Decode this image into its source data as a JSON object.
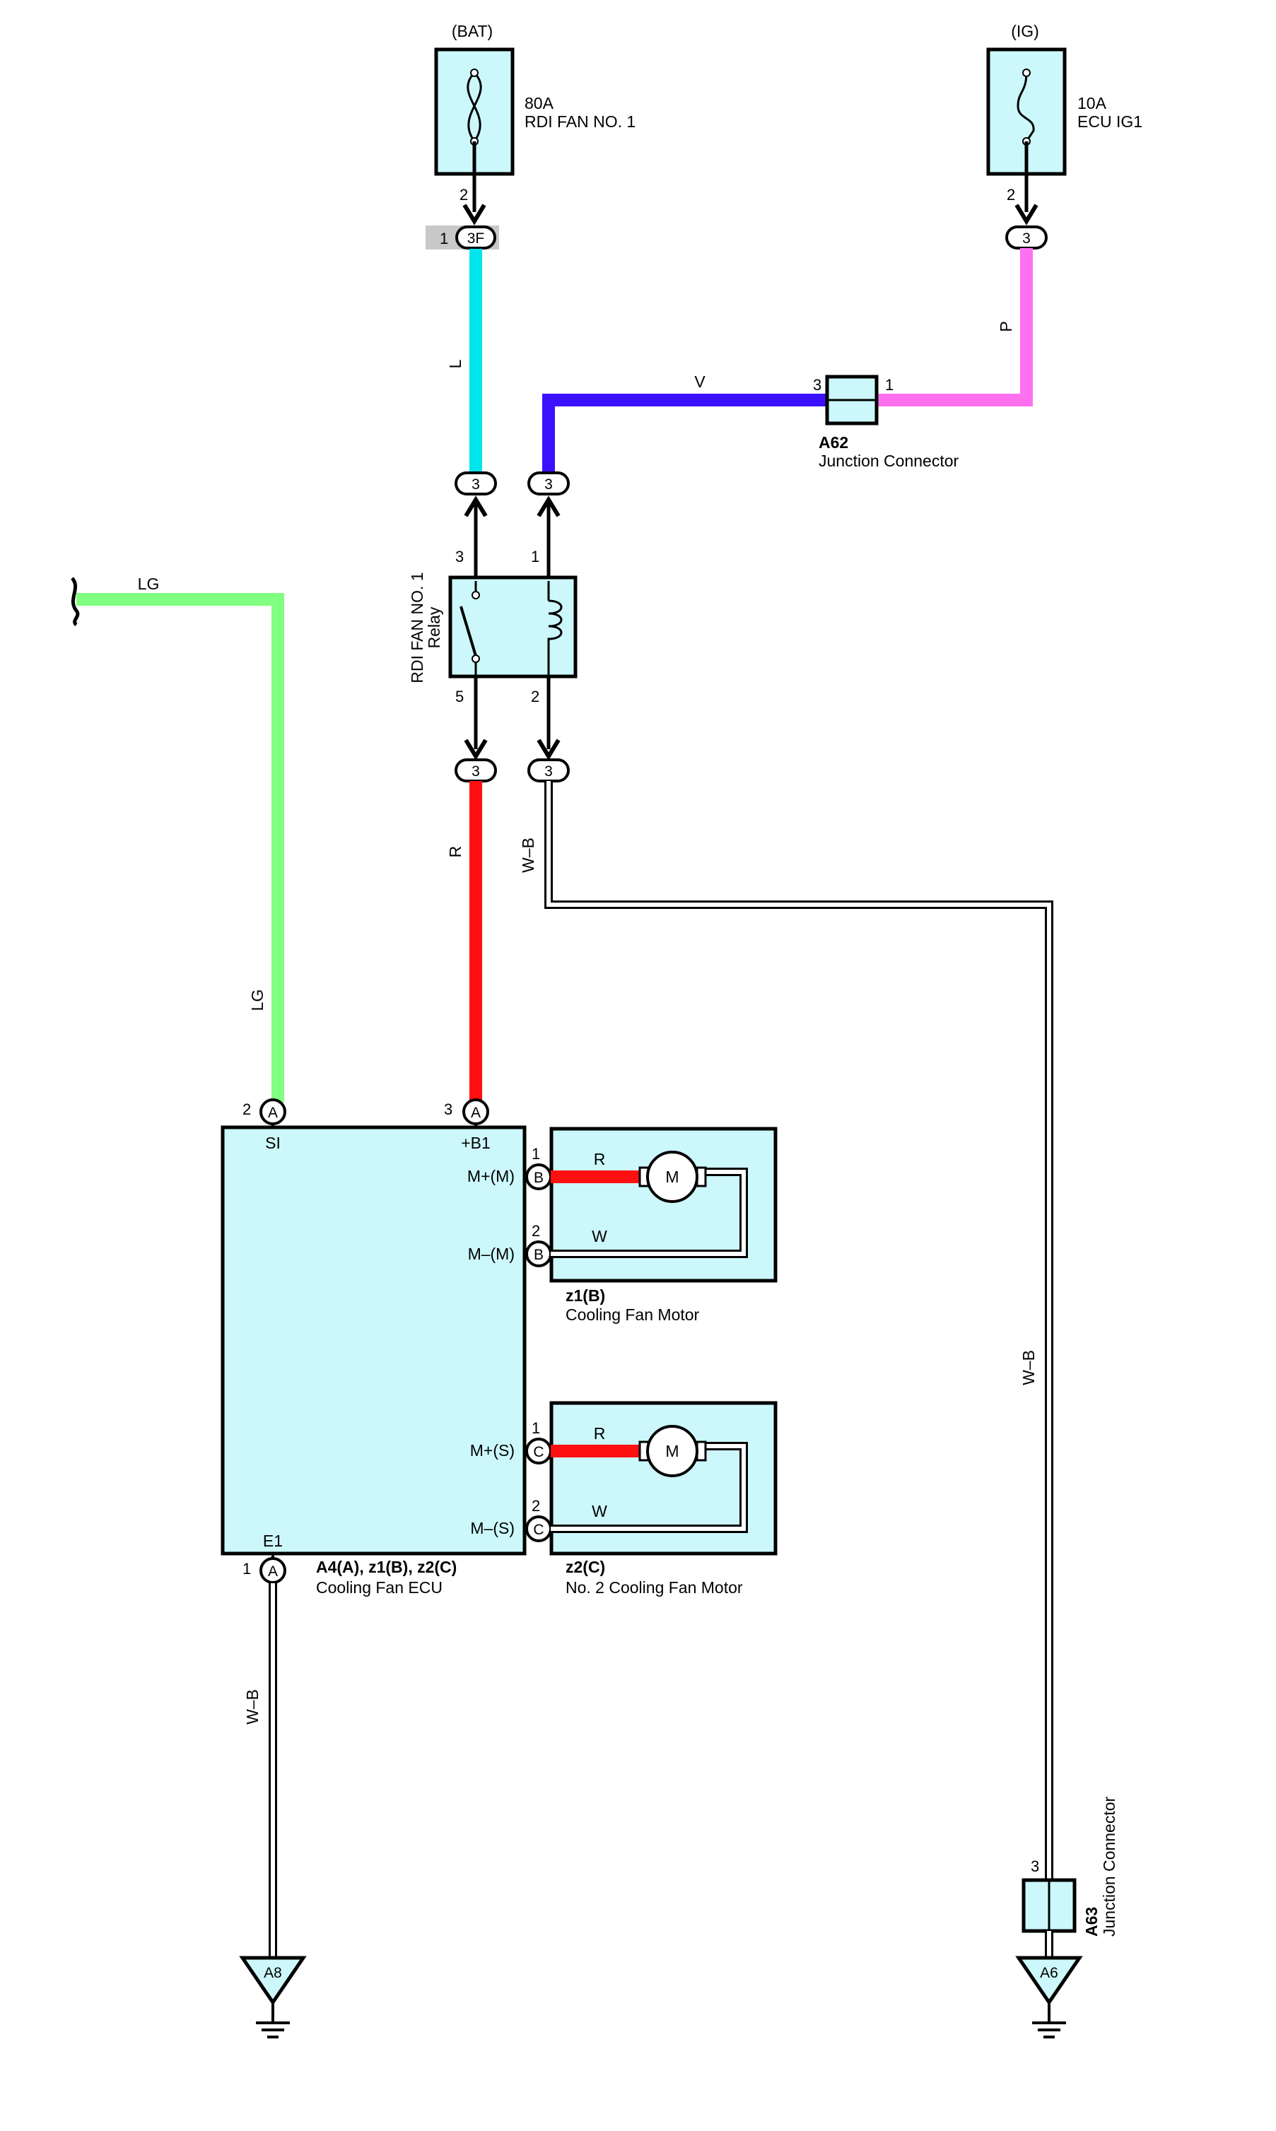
{
  "colors": {
    "L": "#00e5ee",
    "V": "#3a10ff",
    "P": "#ff70f0",
    "LG": "#80ff80",
    "R": "#ff1010",
    "component_fill": "#ccf8fc",
    "outline": "#000000"
  },
  "fuse_bat": {
    "supply": "(BAT)",
    "rating": "80A",
    "name": "RDI FAN NO. 1",
    "pin": "2"
  },
  "fuse_ig": {
    "supply": "(IG)",
    "rating": "10A",
    "name": "ECU IG1",
    "pin": "2"
  },
  "connectors": {
    "c3f_pin": "1",
    "c3f_code": "3F",
    "c3": "3"
  },
  "wires": {
    "l": "L",
    "p": "P",
    "v": "V",
    "lg_top": "LG",
    "lg": "LG",
    "r": "R",
    "wb_relay": "W–B",
    "wb_right": "W–B",
    "wb_ground": "W–B",
    "motor1_r": "R",
    "motor1_w": "W",
    "motor2_r": "R",
    "motor2_w": "W"
  },
  "a62": {
    "code": "A62",
    "name": "Junction Connector",
    "pin_left": "3",
    "pin_right": "1"
  },
  "relay": {
    "name_line1": "RDI FAN NO. 1",
    "name_line2": "Relay",
    "pin3": "3",
    "pin1": "1",
    "pin5": "5",
    "pin2": "2"
  },
  "ecu": {
    "code": "A4(A), z1(B), z2(C)",
    "name": "Cooling Fan ECU",
    "terminals": {
      "si": {
        "pin": "2",
        "conn": "A",
        "label": "SI"
      },
      "b1": {
        "pin": "3",
        "conn": "A",
        "label": "+B1"
      },
      "e1": {
        "pin": "1",
        "conn": "A",
        "label": "E1"
      },
      "mpm": {
        "pin": "1",
        "conn": "B",
        "label": "M+(M)"
      },
      "mmm": {
        "pin": "2",
        "conn": "B",
        "label": "M–(M)"
      },
      "mps": {
        "pin": "1",
        "conn": "C",
        "label": "M+(S)"
      },
      "mms": {
        "pin": "2",
        "conn": "C",
        "label": "M–(S)"
      }
    }
  },
  "motor1": {
    "code": "z1(B)",
    "name": "Cooling Fan Motor",
    "symbol": "M"
  },
  "motor2": {
    "code": "z2(C)",
    "name": "No. 2 Cooling Fan Motor",
    "symbol": "M"
  },
  "a63": {
    "code": "A63",
    "name": "Junction Connector",
    "pin": "3"
  },
  "grounds": {
    "left": "A8",
    "right": "A6"
  }
}
